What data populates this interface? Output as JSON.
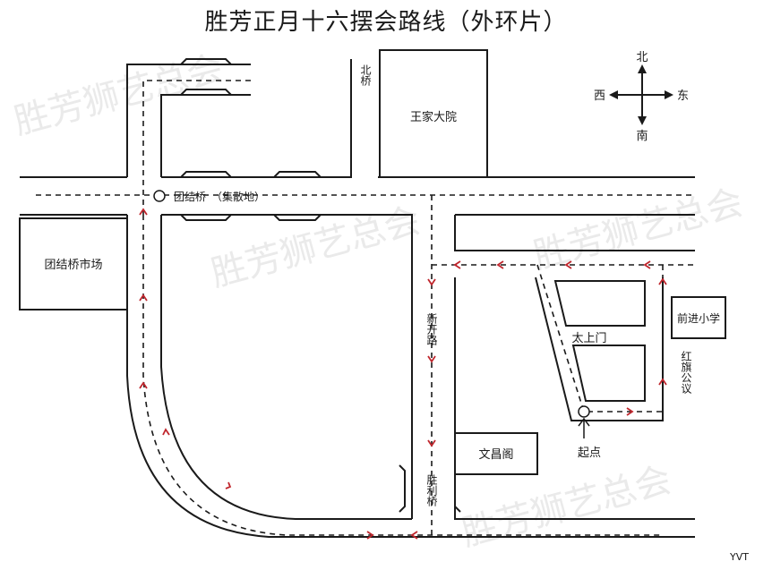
{
  "title": "胜芳正月十六摆会路线（外环片）",
  "compass": {
    "north": "北",
    "south": "南",
    "east": "东",
    "west": "西"
  },
  "labels": {
    "bei_qiao": "北桥",
    "wangjia_dayuan": "王家大院",
    "tuanjie_qiao": "团结桥",
    "assembly": "（集散地）",
    "tuanjie_qiao_market": "团结桥市场",
    "xin_kai_lu": "新开路",
    "taishang_men": "太上门",
    "qianjin_school": "前进小学",
    "hongqi_gongyi": "红旗公议",
    "qidian": "起点",
    "wenchang_ge": "文昌阁",
    "shengli_qiao": "胜利桥"
  },
  "watermark": {
    "text": "胜芳狮艺总会",
    "mark": "YVT"
  },
  "colors": {
    "line": "#1a1a1a",
    "arrow": "#c0262d",
    "watermark": "#d9d9d9"
  }
}
